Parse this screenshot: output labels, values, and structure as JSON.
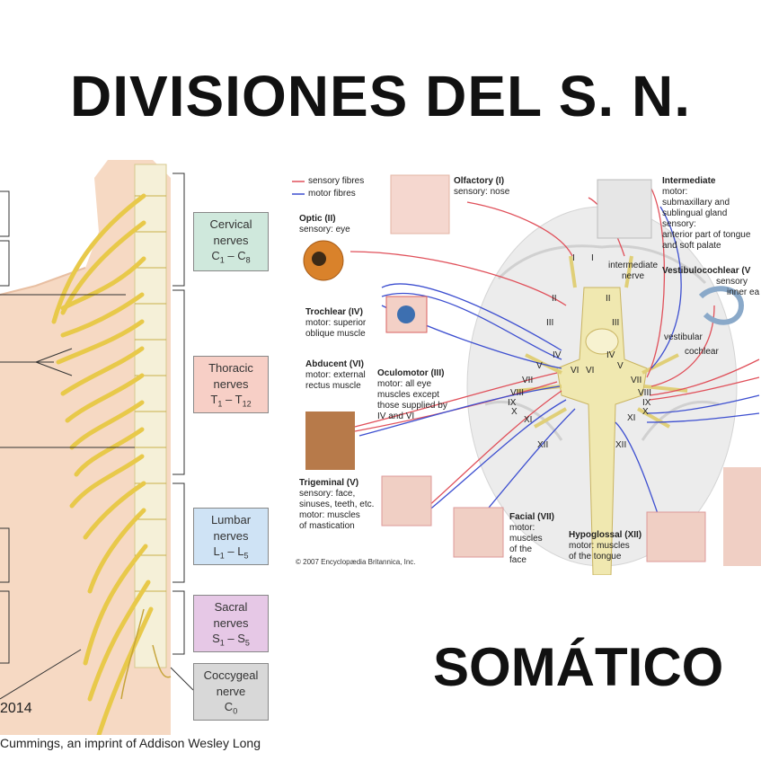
{
  "title": "DIVISIONES DEL S. N.",
  "subtitle": "SOMÁTICO",
  "spine": {
    "year": "2014",
    "credit": "Cummings, an imprint of Addison Wesley Long",
    "boxes": [
      {
        "line1": "Cervical",
        "line2": "nerves",
        "range": "C",
        "from": "1",
        "to": "8",
        "color": "#cfe8dc"
      },
      {
        "line1": "Thoracic",
        "line2": "nerves",
        "range": "T",
        "from": "1",
        "to": "12",
        "color": "#f7cfc6"
      },
      {
        "line1": "Lumbar",
        "line2": "nerves",
        "range": "L",
        "from": "1",
        "to": "5",
        "color": "#cfe3f5"
      },
      {
        "line1": "Sacral",
        "line2": "nerves",
        "range": "S",
        "from": "1",
        "to": "5",
        "color": "#e6c8e6"
      },
      {
        "line1": "Coccygeal",
        "line2": "nerve",
        "range": "C",
        "from": "0",
        "to": "",
        "color": "#d8d8d8"
      }
    ]
  },
  "brain": {
    "legend": {
      "sensory": "sensory fibres",
      "motor": "motor fibres",
      "sensory_color": "#e0505a",
      "motor_color": "#3d4fd0"
    },
    "labels": {
      "olfactory_name": "Olfactory (I)",
      "olfactory_desc": "sensory: nose",
      "optic_name": "Optic (II)",
      "optic_desc": "sensory: eye",
      "trochlear_name": "Trochlear (IV)",
      "trochlear_desc1": "motor: superior",
      "trochlear_desc2": "oblique muscle",
      "abducent_name": "Abducent (VI)",
      "abducent_desc1": "motor: external",
      "abducent_desc2": "rectus muscle",
      "oculomotor_name": "Oculomotor (III)",
      "oculomotor_desc1": "motor: all eye",
      "oculomotor_desc2": "muscles except",
      "oculomotor_desc3": "those supplied by",
      "oculomotor_desc4": "IV and VI",
      "trigeminal_name": "Trigeminal (V)",
      "trigeminal_desc1": "sensory: face,",
      "trigeminal_desc2": "sinuses, teeth, etc.",
      "trigeminal_desc3": "motor: muscles",
      "trigeminal_desc4": "of mastication",
      "facial_name": "Facial (VII)",
      "facial_desc1": "motor:",
      "facial_desc2": "muscles",
      "facial_desc3": "of the",
      "facial_desc4": "face",
      "hypoglossal_name": "Hypoglossal (XII)",
      "hypoglossal_desc1": "motor: muscles",
      "hypoglossal_desc2": "of the tongue",
      "intermediate_name": "Intermediate",
      "intermediate_desc1": "motor:",
      "intermediate_desc2": "submaxillary and",
      "intermediate_desc3": "sublingual gland",
      "intermediate_desc4": "sensory:",
      "intermediate_desc5": "anterior part of tongue",
      "intermediate_desc6": "and soft palate",
      "vestibulo_name": "Vestibulocochlear (V",
      "vestibulo_desc1": "sensory",
      "vestibulo_desc2": "inner ea",
      "intermediate_nerve1": "intermediate",
      "intermediate_nerve2": "nerve",
      "vestibular": "vestibular",
      "cochlear": "cochlear",
      "copyright": "© 2007 Encyclopædia Britannica, Inc."
    },
    "numerals": [
      "I",
      "I",
      "II",
      "II",
      "III",
      "III",
      "IV",
      "IV",
      "V",
      "V",
      "VI",
      "VI",
      "VII",
      "VII",
      "VIII",
      "VIII",
      "IX",
      "IX",
      "X",
      "X",
      "XI",
      "XI",
      "XII",
      "XII"
    ]
  }
}
